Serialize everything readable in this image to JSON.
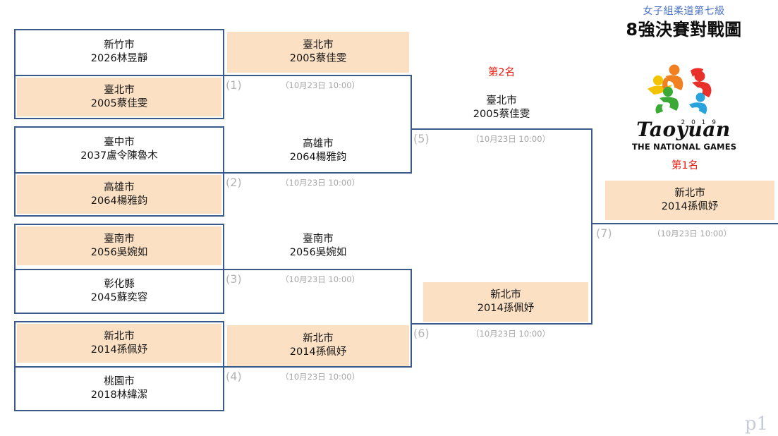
{
  "header": {
    "subtitle": "女子組柔道第七級",
    "title": "8強決賽對戰圖"
  },
  "logo": {
    "year": "2 0 1 9",
    "wordmark": "Taoyuan",
    "tagline": "THE NATIONAL GAMES",
    "colors": {
      "red": "#E8312B",
      "orange": "#F08020",
      "yellow": "#F2C300",
      "green": "#3BA935",
      "blue": "#29A3DC"
    }
  },
  "page_marker": "p1",
  "colors": {
    "border": "#3A5A8C",
    "winner_fill": "#FBE0C3",
    "rank_text": "#E8180C",
    "subtitle": "#4A72C4",
    "muted": "#B3B3B3"
  },
  "round1": {
    "entries": [
      {
        "team": "新竹市",
        "athlete": "2026林昱靜",
        "winner": false
      },
      {
        "team": "臺北市",
        "athlete": "2005蔡佳雯",
        "winner": true
      },
      {
        "team": "臺中市",
        "athlete": "2037盧令陳魯木",
        "winner": false
      },
      {
        "team": "高雄市",
        "athlete": "2064楊雅鈞",
        "winner": true
      },
      {
        "team": "臺南市",
        "athlete": "2056吳婉如",
        "winner": true
      },
      {
        "team": "彰化縣",
        "athlete": "2045蘇奕容",
        "winner": false
      },
      {
        "team": "新北市",
        "athlete": "2014孫佩妤",
        "winner": true
      },
      {
        "team": "桃園市",
        "athlete": "2018林緯潔",
        "winner": false
      }
    ]
  },
  "round2": {
    "entries": [
      {
        "team": "臺北市",
        "athlete": "2005蔡佳雯",
        "winner": true
      },
      {
        "team": "高雄市",
        "athlete": "2064楊雅鈞",
        "winner": false
      },
      {
        "team": "臺南市",
        "athlete": "2056吳婉如",
        "winner": false
      },
      {
        "team": "新北市",
        "athlete": "2014孫佩妤",
        "winner": true
      }
    ]
  },
  "round3": {
    "entries": [
      {
        "team": "臺北市",
        "athlete": "2005蔡佳雯",
        "winner": false,
        "rank": "第2名"
      },
      {
        "team": "新北市",
        "athlete": "2014孫佩妤",
        "winner": true
      }
    ]
  },
  "final": {
    "rank": "第1名",
    "team": "新北市",
    "athlete": "2014孫佩妤",
    "winner": true
  },
  "matches": [
    {
      "no": "(1)",
      "datetime": "（10月23日 10:00）"
    },
    {
      "no": "(2)",
      "datetime": "（10月23日 10:00）"
    },
    {
      "no": "(3)",
      "datetime": "（10月23日 10:00）"
    },
    {
      "no": "(4)",
      "datetime": "（10月23日 10:00）"
    },
    {
      "no": "(5)",
      "datetime": "（10月23日 10:00）"
    },
    {
      "no": "(6)",
      "datetime": "（10月23日 10:00）"
    },
    {
      "no": "(7)",
      "datetime": "（10月23日 10:00）"
    }
  ]
}
